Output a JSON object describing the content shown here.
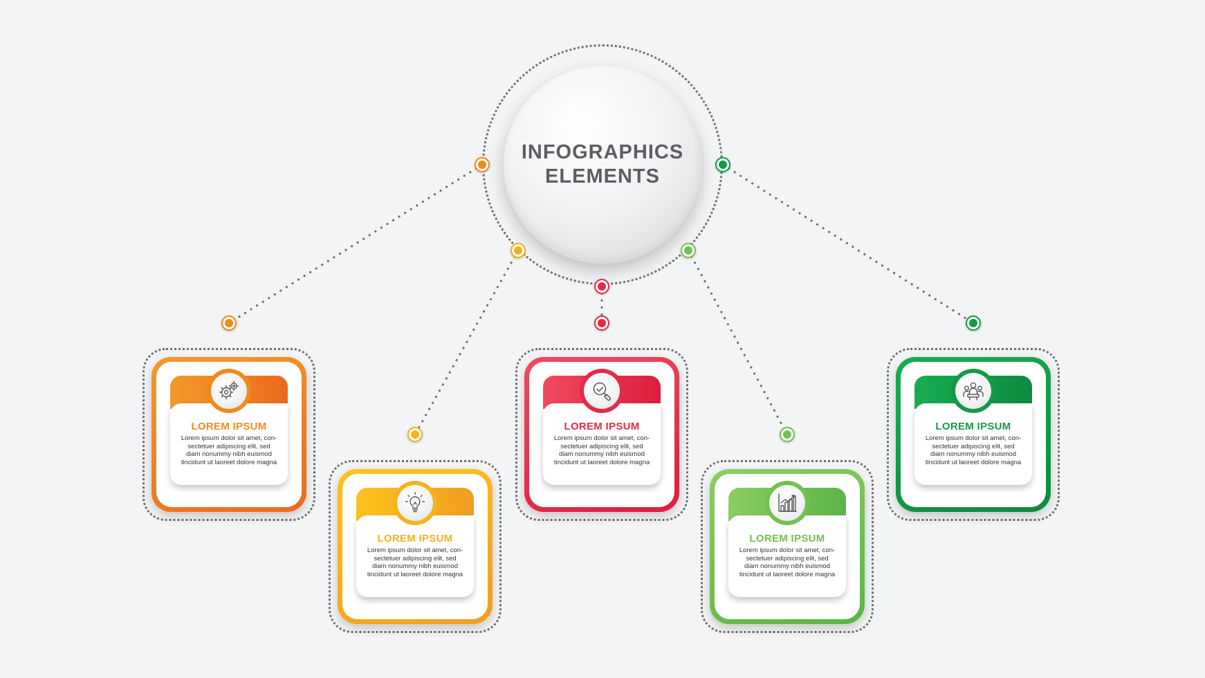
{
  "hub": {
    "title": "INFOGRAPHICS ELEMENTS"
  },
  "colors": {
    "orange": "#f08a1c",
    "yellow": "#f6b21e",
    "red": "#e32b49",
    "lightgreen": "#74c050",
    "green": "#139a48",
    "dotted_line": "#6e6e6e"
  },
  "cards": [
    {
      "id": "orange",
      "title": "LOREM IPSUM",
      "body": "Lorem ipsum dolor sit amet, con-\nsectetuer adipiscing elit, sed\ndiam nonummy nibh euismod\ntincidunt ut laoreet dolore magna",
      "icon": "gears-icon",
      "color": "#f08a1c",
      "header_gradient": [
        "#f39a2a",
        "#ec6a1e"
      ]
    },
    {
      "id": "yellow",
      "title": "LOREM IPSUM",
      "body": "Lorem ipsum dolor sit amet, con-\nsectetuer adipiscing elit, sed\ndiam nonummy nibh euismod\ntincidunt ut laoreet dolore magna",
      "icon": "lightbulb-icon",
      "color": "#f6b21e",
      "header_gradient": [
        "#fcc41c",
        "#f39c22"
      ]
    },
    {
      "id": "red",
      "title": "LOREM IPSUM",
      "body": "Lorem ipsum dolor sit amet, con-\nsectetuer adipiscing elit, sed\ndiam nonummy nibh euismod\ntincidunt ut laoreet dolore magna",
      "icon": "magnifier-check-icon",
      "color": "#e32b49",
      "header_gradient": [
        "#f04a5e",
        "#dc1e3c"
      ]
    },
    {
      "id": "lightgreen",
      "title": "LOREM IPSUM",
      "body": "Lorem ipsum dolor sit amet, con-\nsectetuer adipiscing elit, sed\ndiam nonummy nibh euismod\ntincidunt ut laoreet dolore magna",
      "icon": "bar-chart-icon",
      "color": "#74c050",
      "header_gradient": [
        "#8ccd60",
        "#5cb447"
      ]
    },
    {
      "id": "green",
      "title": "LOREM IPSUM",
      "body": "Lorem ipsum dolor sit amet, con-\nsectetuer adipiscing elit, sed\ndiam nonummy nibh euismod\ntincidunt ut laoreet dolore magna",
      "icon": "team-icon",
      "color": "#139a48",
      "header_gradient": [
        "#18ad52",
        "#0e8a3e"
      ]
    }
  ]
}
